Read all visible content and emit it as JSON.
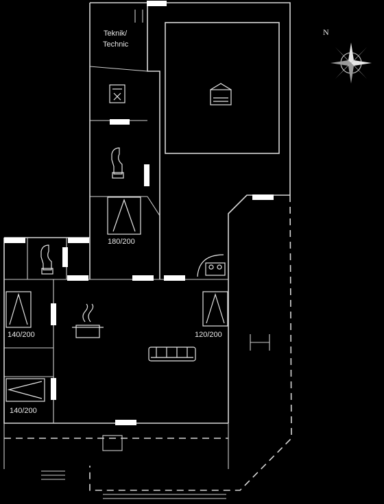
{
  "labels": {
    "teknik_line1": "Teknik/",
    "teknik_line2": "Technic",
    "bed_180": "180/200",
    "bed_140_a": "140/200",
    "bed_140_b": "140/200",
    "bed_120": "120/200",
    "north": "N"
  },
  "colors": {
    "background": "#000000",
    "walls": "#d8d8d8",
    "doors": "#ffffff"
  },
  "icons": [
    "compass-icon",
    "sauna-icon",
    "toilet-icon",
    "bed-icon",
    "stove-icon",
    "sofa-icon",
    "whirlpool-icon"
  ]
}
